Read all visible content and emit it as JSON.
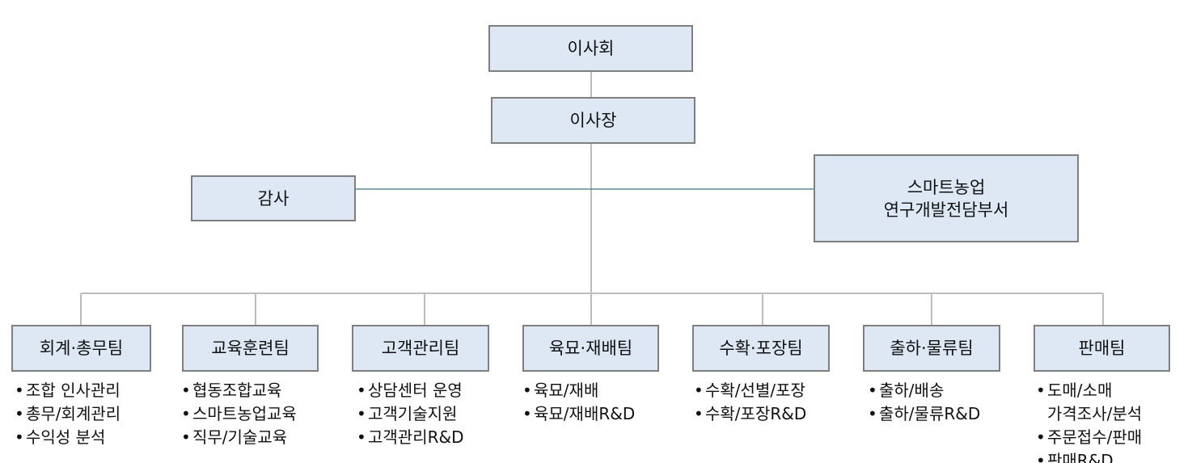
{
  "top": {
    "board": "이사회",
    "ceo": "이사장",
    "audit": "감사",
    "rnd": [
      "스마트농업",
      "연구개발전담부서"
    ]
  },
  "teams": [
    {
      "name": "회계·총무팀",
      "duties": [
        "조합 인사관리",
        "총무/회계관리",
        "수익성 분석"
      ]
    },
    {
      "name": "교육훈련팀",
      "duties": [
        "협동조합교육",
        "스마트농업교육",
        "직무/기술교육"
      ]
    },
    {
      "name": "고객관리팀",
      "duties": [
        "상담센터 운영",
        "고객기술지원",
        "고객관리R&D"
      ]
    },
    {
      "name": "육묘·재배팀",
      "duties": [
        "육묘/재배",
        "육묘/재배R&D"
      ]
    },
    {
      "name": "수확·포장팀",
      "duties": [
        "수확/선별/포장",
        "수확/포장R&D"
      ]
    },
    {
      "name": "출하·물류팀",
      "duties": [
        "출하/배송",
        "출하/물류R&D"
      ]
    },
    {
      "name": "판매팀",
      "duties": [
        "도매/소매",
        "가격조사/분석",
        "주문접수/판매",
        "판매R&D"
      ]
    }
  ]
}
